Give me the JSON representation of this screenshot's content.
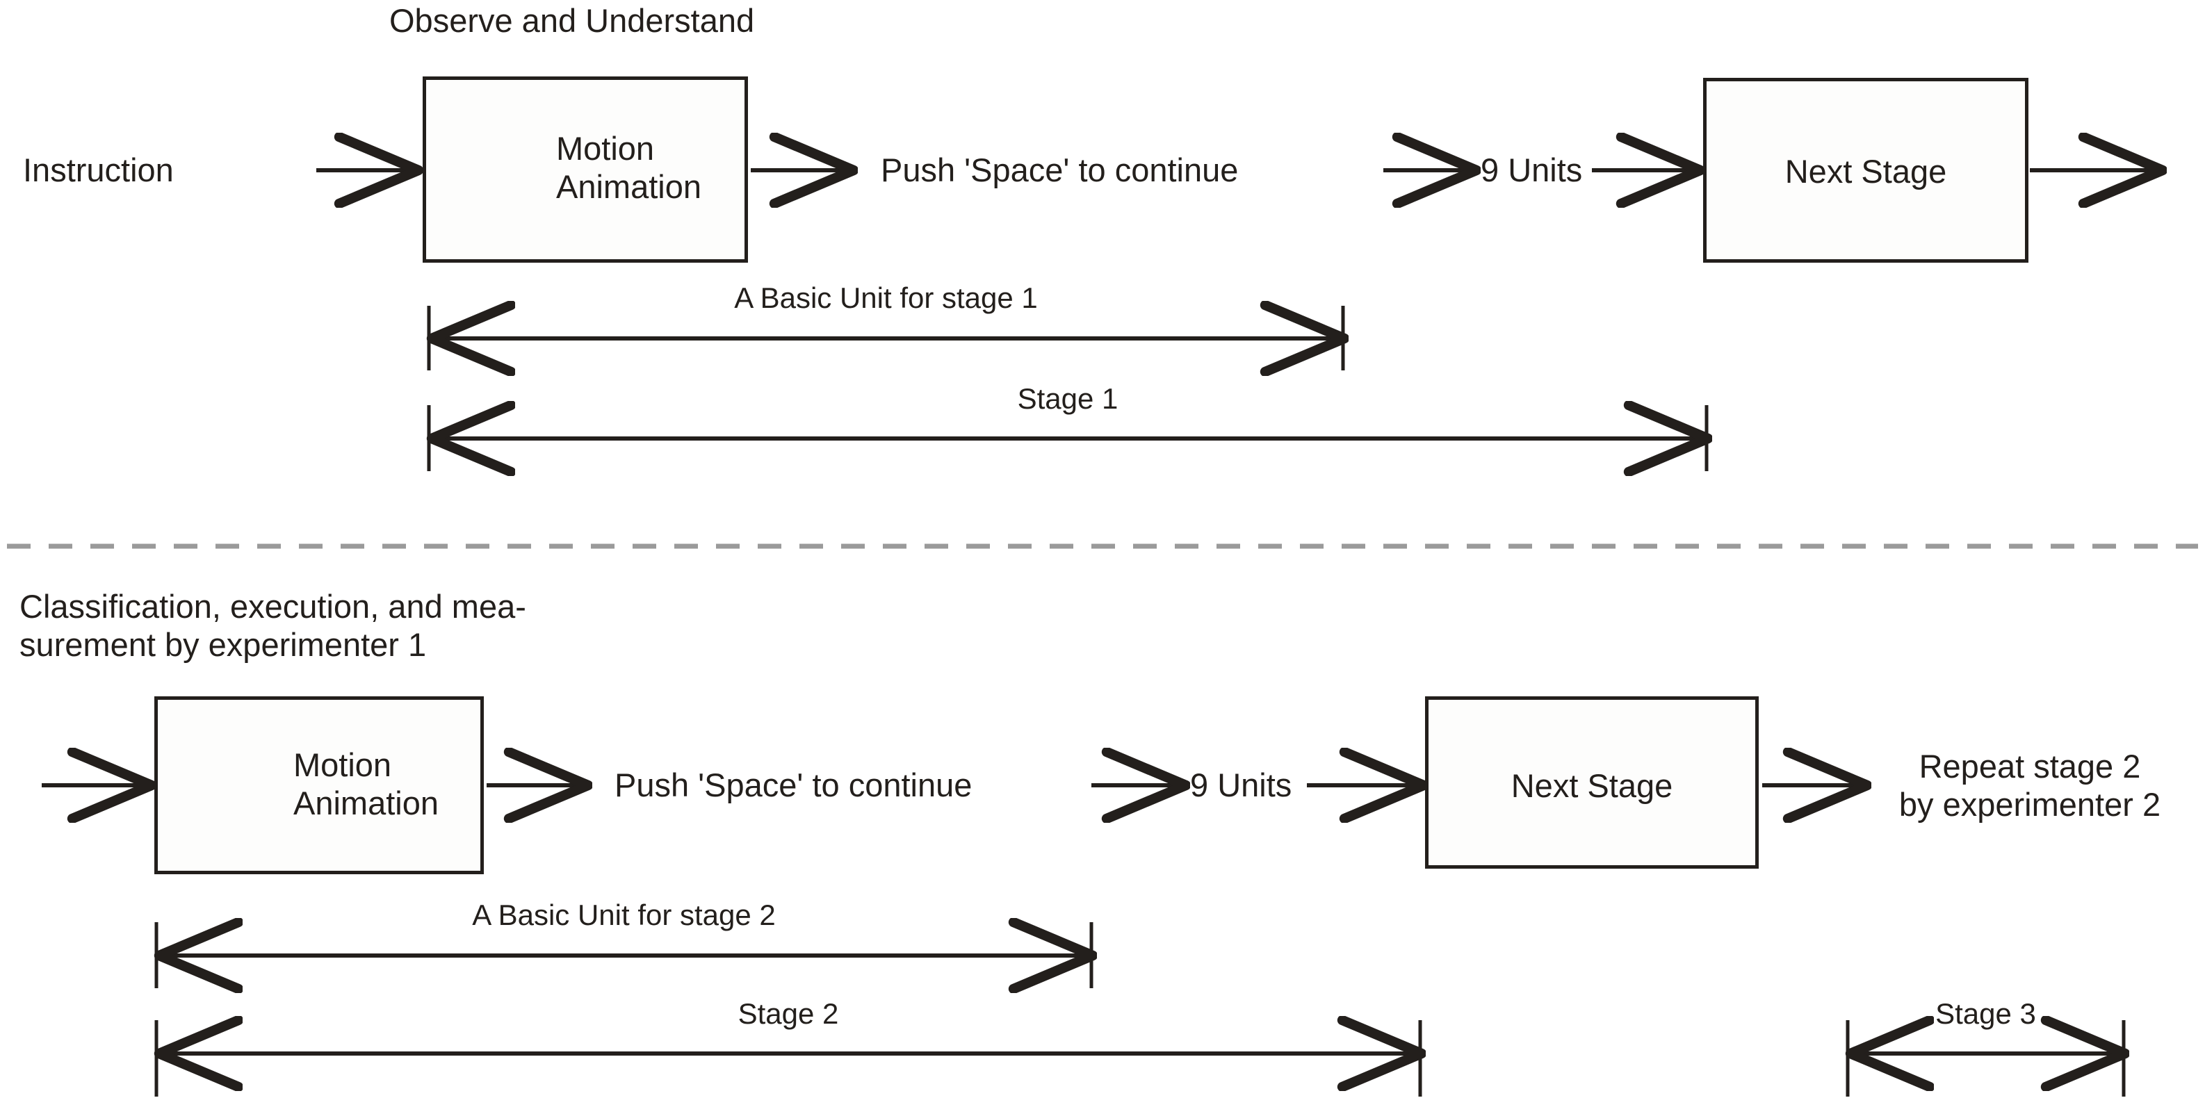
{
  "diagram": {
    "title_hidden": "",
    "colors": {
      "ink": "#231f1c",
      "divider": "#9a9a9a",
      "background": "#ffffff"
    },
    "divider": {
      "name": "section-divider",
      "style": "dashed"
    },
    "stage1": {
      "section_caption": "Observe and Understand",
      "input_label": "Instruction",
      "motion_box": {
        "label": "Motion\nAnimation",
        "icon": "raised-hand-icon"
      },
      "prompt_label": "Push 'Space' to continue",
      "units_label": "9 Units",
      "next_stage_box": {
        "label": "Next Stage"
      },
      "measures": [
        {
          "label": "A Basic Unit for stage 1"
        },
        {
          "label": "Stage 1"
        }
      ]
    },
    "stage2": {
      "section_caption": "Classification, execution, and mea-\nsurement by experimenter 1",
      "motion_box": {
        "label": "Motion\nAnimation",
        "icon": "raised-hand-icon"
      },
      "prompt_label": "Push 'Space' to continue",
      "units_label": "9 Units",
      "next_stage_box": {
        "label": "Next Stage"
      },
      "repeat_label": "Repeat stage 2\nby experimenter 2",
      "measures": [
        {
          "label": "A Basic Unit for stage 2"
        },
        {
          "label": "Stage 2"
        },
        {
          "label": "Stage 3"
        }
      ]
    }
  }
}
